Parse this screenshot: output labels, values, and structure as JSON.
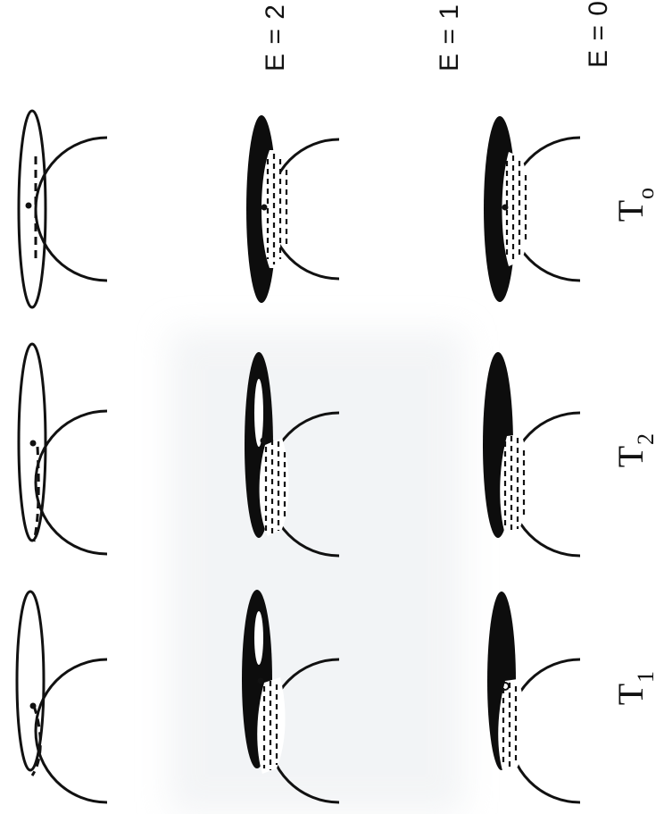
{
  "figure": {
    "row_labels": [
      "E = 0",
      "E = 1",
      "E = 2"
    ],
    "column_labels": [
      {
        "symbol": "T",
        "subscript": "o"
      },
      {
        "symbol": "T",
        "subscript": "2"
      },
      {
        "symbol": "T",
        "subscript": "1"
      }
    ]
  }
}
